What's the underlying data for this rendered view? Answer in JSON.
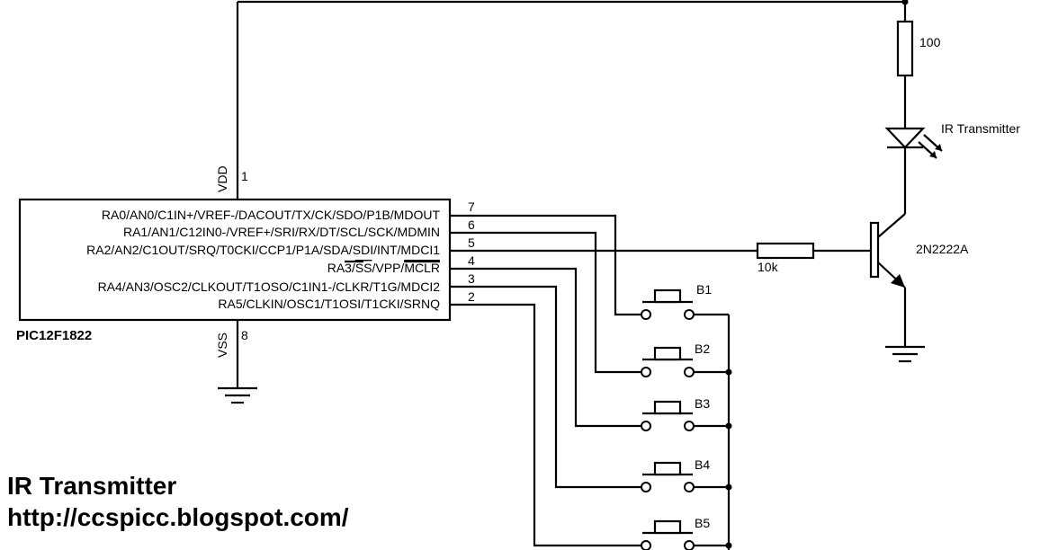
{
  "mcu": {
    "name": "PIC12F1822",
    "vdd_label": "VDD",
    "vdd_pin": "1",
    "vss_label": "VSS",
    "vss_pin": "8",
    "pins": [
      {
        "label": "RA0/AN0/C1IN+/VREF-/DACOUT/TX/CK/SDO/P1B/MDOUT",
        "num": "7"
      },
      {
        "label": "RA1/AN1/C12IN0-/VREF+/SRI/RX/DT/SCL/SCK/MDMIN",
        "num": "6"
      },
      {
        "label": "RA2/AN2/C1OUT/SRQ/T0CKI/CCP1/P1A/SDA/SDI/INT/MDCI1",
        "num": "5"
      },
      {
        "label_pre": "RA3/",
        "label_bar1": "SS",
        "label_mid": "/VPP/",
        "label_bar2": "MCLR",
        "num": "4"
      },
      {
        "label": "RA4/AN3/OSC2/CLKOUT/T1OSO/C1IN1-/CLKR/T1G/MDCI2",
        "num": "3"
      },
      {
        "label": "RA5/CLKIN/OSC1/T1OSI/T1CKI/SRNQ",
        "num": "2"
      }
    ]
  },
  "components": {
    "r_top": "100",
    "led": "IR Transmitter",
    "transistor": "2N2222A",
    "r_base": "10k",
    "buttons": [
      "B1",
      "B2",
      "B3",
      "B4",
      "B5"
    ]
  },
  "footer": {
    "title": "IR Transmitter",
    "url": "http://ccspicc.blogspot.com/"
  }
}
